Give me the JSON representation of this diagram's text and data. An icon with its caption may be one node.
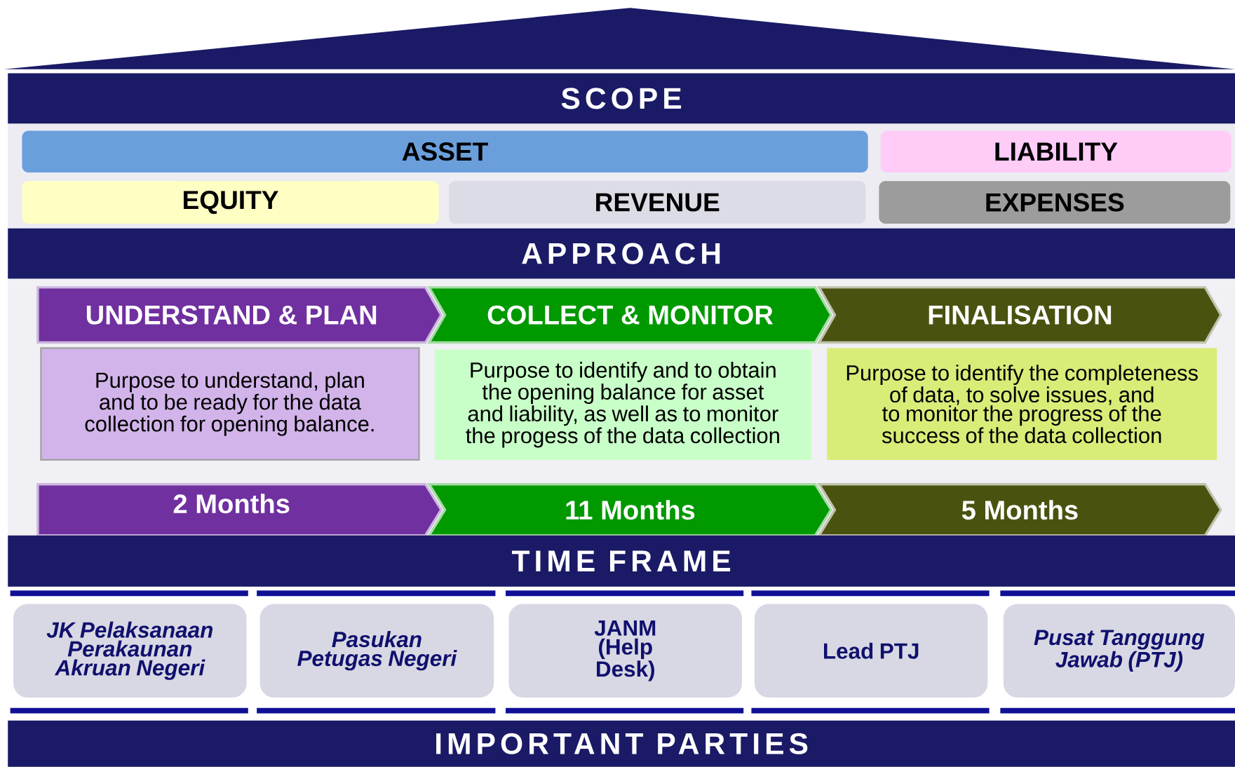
{
  "diagram": {
    "nodes": [
      {
        "text": [
          "SCOPE"
        ]
      },
      {
        "text": [
          "ASSET"
        ]
      },
      {
        "text": [
          "LIABILITY"
        ]
      },
      {
        "text": [
          "EQUITY"
        ]
      },
      {
        "text": [
          "REVENUE"
        ]
      },
      {
        "text": [
          "EXPENSES"
        ]
      },
      {
        "text": [
          "APPROACH"
        ]
      },
      {
        "text": [
          "UNDERSTAND & PLAN"
        ]
      },
      {
        "text": [
          "COLLECT & MONITOR"
        ]
      },
      {
        "text": [
          "FINALISATION"
        ]
      },
      {
        "text": [
          "Purpose to understand, plan and to be ready for the data collection for opening balance."
        ]
      },
      {
        "text": [
          "Purpose to identify and to obtain the opening balance for asset and liability, as well as to monitor the progess of the data collection"
        ]
      },
      {
        "text": [
          "Purpose to identify the completeness of data, to solve issues, and to monitor the progress of the success of the data collection"
        ]
      },
      {
        "text": [
          "2 Months"
        ]
      },
      {
        "text": [
          "11 Months"
        ]
      },
      {
        "text": [
          "5 Months"
        ]
      },
      {
        "text": [
          "TIME FRAME"
        ]
      },
      {
        "text": [
          "JK Pelaksanaan Perakaunan Akruan Negeri"
        ]
      },
      {
        "text": [
          "Pasukan Petugas Negeri"
        ]
      },
      {
        "text": [
          "JANM (Help Desk)"
        ]
      },
      {
        "text": [
          "Lead PTJ"
        ]
      },
      {
        "text": [
          "Pusat Tanggung Jawab (PTJ)"
        ]
      },
      {
        "text": [
          "IMPORTANT PARTIES"
        ]
      }
    ]
  }
}
